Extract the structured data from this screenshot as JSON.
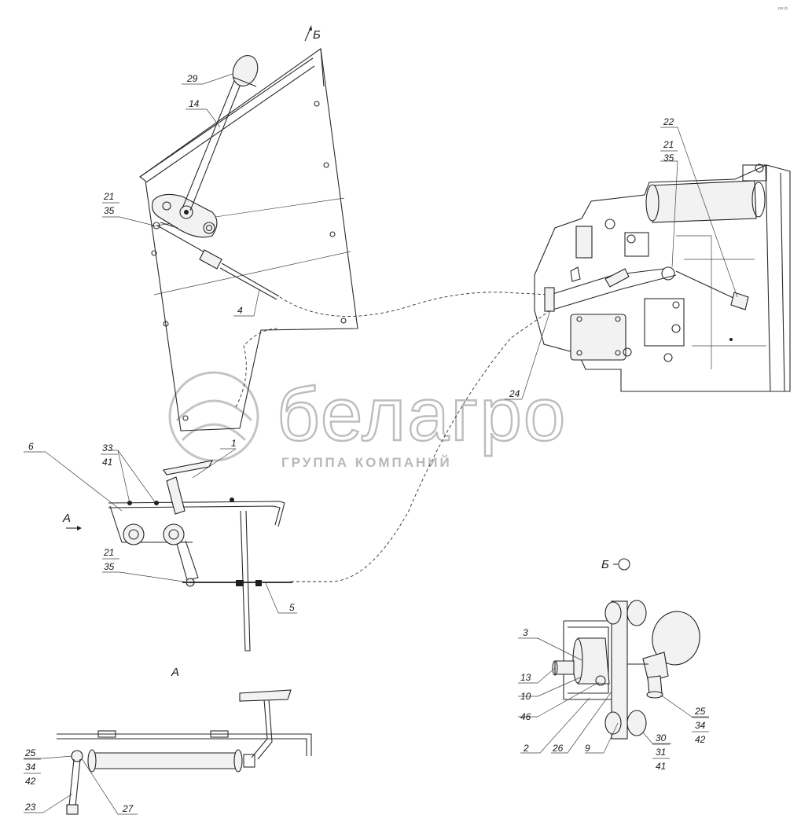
{
  "view_labels": {
    "view_b_top": "Б",
    "view_a_main": "А",
    "view_a_bottom": "А",
    "view_b_detail": "Б"
  },
  "callouts": {
    "c29": "29",
    "c14": "14",
    "c21a": "21",
    "c35a": "35",
    "c4": "4",
    "c22": "22",
    "c21b": "21",
    "c35b": "35",
    "c24": "24",
    "c6": "6",
    "c33": "33",
    "c41a": "41",
    "c1": "1",
    "c21c": "21",
    "c35c": "35",
    "c5": "5",
    "c3": "3",
    "c13": "13",
    "c10": "10",
    "c46": "46",
    "c2": "2",
    "c26": "26",
    "c9": "9",
    "c25a": "25",
    "c34a": "34",
    "c42a": "42",
    "c30": "30",
    "c31": "31",
    "c41b": "41",
    "c25b": "25",
    "c34b": "34",
    "c42b": "42",
    "c23": "23",
    "c27": "27"
  },
  "watermark": {
    "brand": "белагро",
    "subtitle": "ГРУППА КОМПАНИЙ"
  },
  "corner_stamp": "рм-ф"
}
